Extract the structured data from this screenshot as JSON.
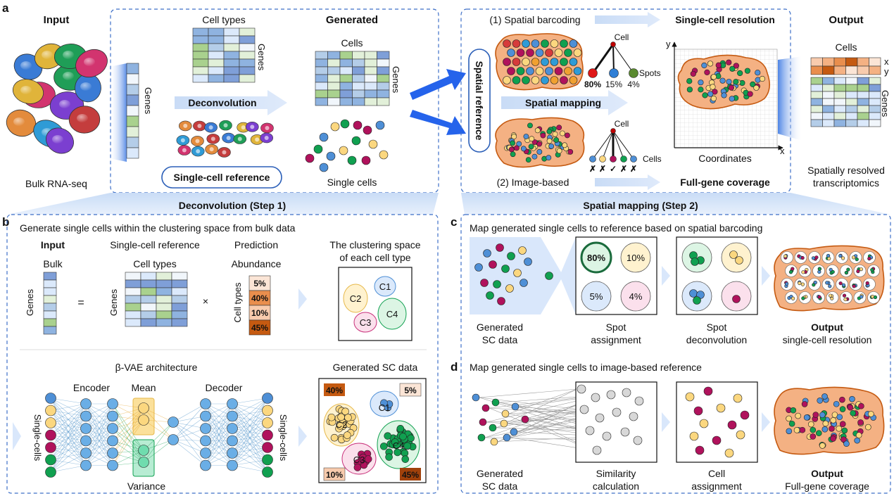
{
  "panel_letters": {
    "a": "a",
    "b": "b",
    "c": "c",
    "d": "d"
  },
  "top": {
    "input_title": "Input",
    "bulk_label": "Bulk RNA-seq",
    "genes": "Genes",
    "cell_types": "Cell types",
    "generated_title": "Generated",
    "cells": "Cells",
    "deconvolution": "Deconvolution",
    "sc_reference": "Single-cell reference",
    "single_cells": "Single cells",
    "spatial_barcoding": "(1) Spatial barcoding",
    "image_based": "(2) Image-based",
    "spatial_reference": "Spatial reference",
    "spatial_mapping": "Spatial mapping",
    "tree_cell": "Cell",
    "tree_spots": "Spots",
    "tree_cells": "Cells",
    "pct_80": "80%",
    "pct_15": "15%",
    "pct_4": "4%",
    "single_cell_resolution": "Single-cell resolution",
    "full_gene_coverage": "Full-gene coverage",
    "coordinates": "Coordinates",
    "axis_x": "x",
    "axis_y": "y",
    "output_title": "Output",
    "output_cells": "Cells",
    "output_x": "x",
    "output_y": "y",
    "srt_line1": "Spatially resolved",
    "srt_line2": "transcriptomics"
  },
  "step_labels": {
    "step1": "Deconvolution (Step 1)",
    "step2": "Spatial mapping (Step 2)"
  },
  "panel_b": {
    "heading": "Generate single cells within the clustering space from bulk data",
    "input": "Input",
    "bulk": "Bulk",
    "genes": "Genes",
    "equals": "=",
    "times": "×",
    "sc_reference": "Single-cell reference",
    "cell_types": "Cell types",
    "prediction": "Prediction",
    "abundance": "Abundance",
    "abundance_values": [
      "5%",
      "40%",
      "10%",
      "45%"
    ],
    "clustering_line1": "The clustering space",
    "clustering_line2": "of each cell type",
    "clusters": [
      "C1",
      "C2",
      "C3",
      "C4"
    ],
    "vae_title": "β-VAE architecture",
    "encoder": "Encoder",
    "mean": "Mean",
    "decoder": "Decoder",
    "variance": "Variance",
    "single_cells": "Single-cells",
    "generated_sc": "Generated SC data",
    "gen_pcts": [
      "40%",
      "5%",
      "10%",
      "45%"
    ]
  },
  "panel_c": {
    "heading": "Map generated single cells to reference based on spatial barcoding",
    "spot_pcts": [
      "80%",
      "10%",
      "5%",
      "4%"
    ],
    "cap1_1": "Generated",
    "cap1_2": "SC data",
    "cap2_1": "Spot",
    "cap2_2": "assignment",
    "cap3_1": "Spot",
    "cap3_2": "deconvolution",
    "cap4_1": "Output",
    "cap4_2": "single-cell resolution"
  },
  "panel_d": {
    "heading": "Map generated single cells to image-based reference",
    "cap1_1": "Generated",
    "cap1_2": "SC data",
    "cap2_1": "Similarity",
    "cap2_2": "calculation",
    "cap3_1": "Cell",
    "cap3_2": "assignment",
    "cap4_1": "Output",
    "cap4_2": "Full-gene coverage"
  },
  "colors": {
    "blue": "#4e8fd6",
    "yellow": "#fbd77f",
    "green": "#10a050",
    "magenta": "#b0125c",
    "orange_blob": "#f4b183",
    "dash": "#3d6fc7",
    "chevron": "#d9e7fb",
    "heat_dark": "#c55a11"
  }
}
